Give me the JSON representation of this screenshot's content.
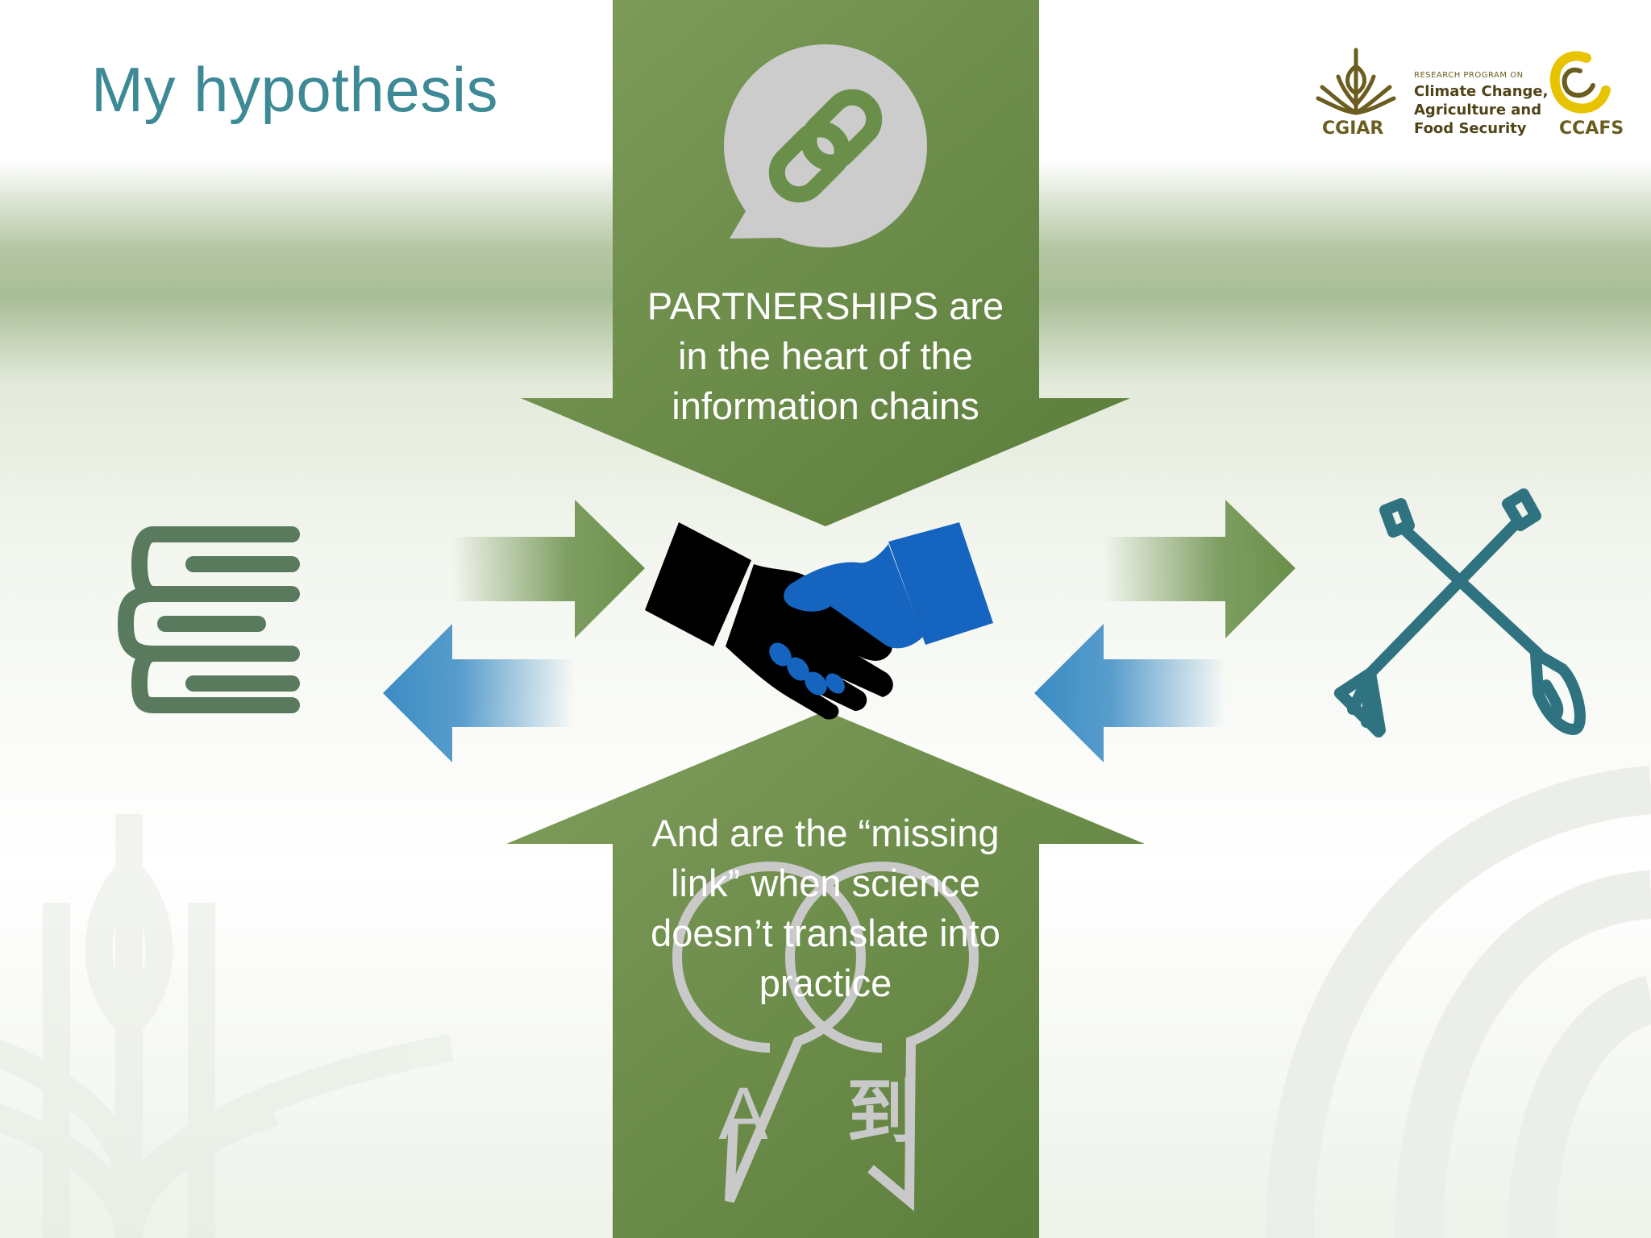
{
  "slide": {
    "title": "My hypothesis",
    "top_arrow_text": [
      "PARTNERSHIPS are",
      "in the heart of the",
      "information chains"
    ],
    "bottom_arrow_text": [
      "And are the “missing",
      "link” when science",
      "doesn’t translate into",
      "practice"
    ]
  },
  "logo": {
    "cgiar": "CGIAR",
    "kicker": "RESEARCH PROGRAM ON",
    "program_lines": [
      "Climate Change,",
      "Agriculture and",
      "Food Security"
    ],
    "ccafs": "CCAFS"
  },
  "translate_icon": {
    "left_glyph": "A",
    "right_glyph": "到"
  },
  "icons": {
    "left": "books-icon",
    "center": "handshake-icon",
    "right": "garden-tools-icon",
    "top": "link-chat-icon",
    "bottom": "translate-icon"
  },
  "colors": {
    "title": "#3d8a96",
    "green_arrow": "#6a8f4a",
    "blue_arrow": "#3b8cc4",
    "books": "#5a7a5e",
    "tools": "#2f7280",
    "handshake_left": "#000000",
    "handshake_right": "#1565c0"
  }
}
